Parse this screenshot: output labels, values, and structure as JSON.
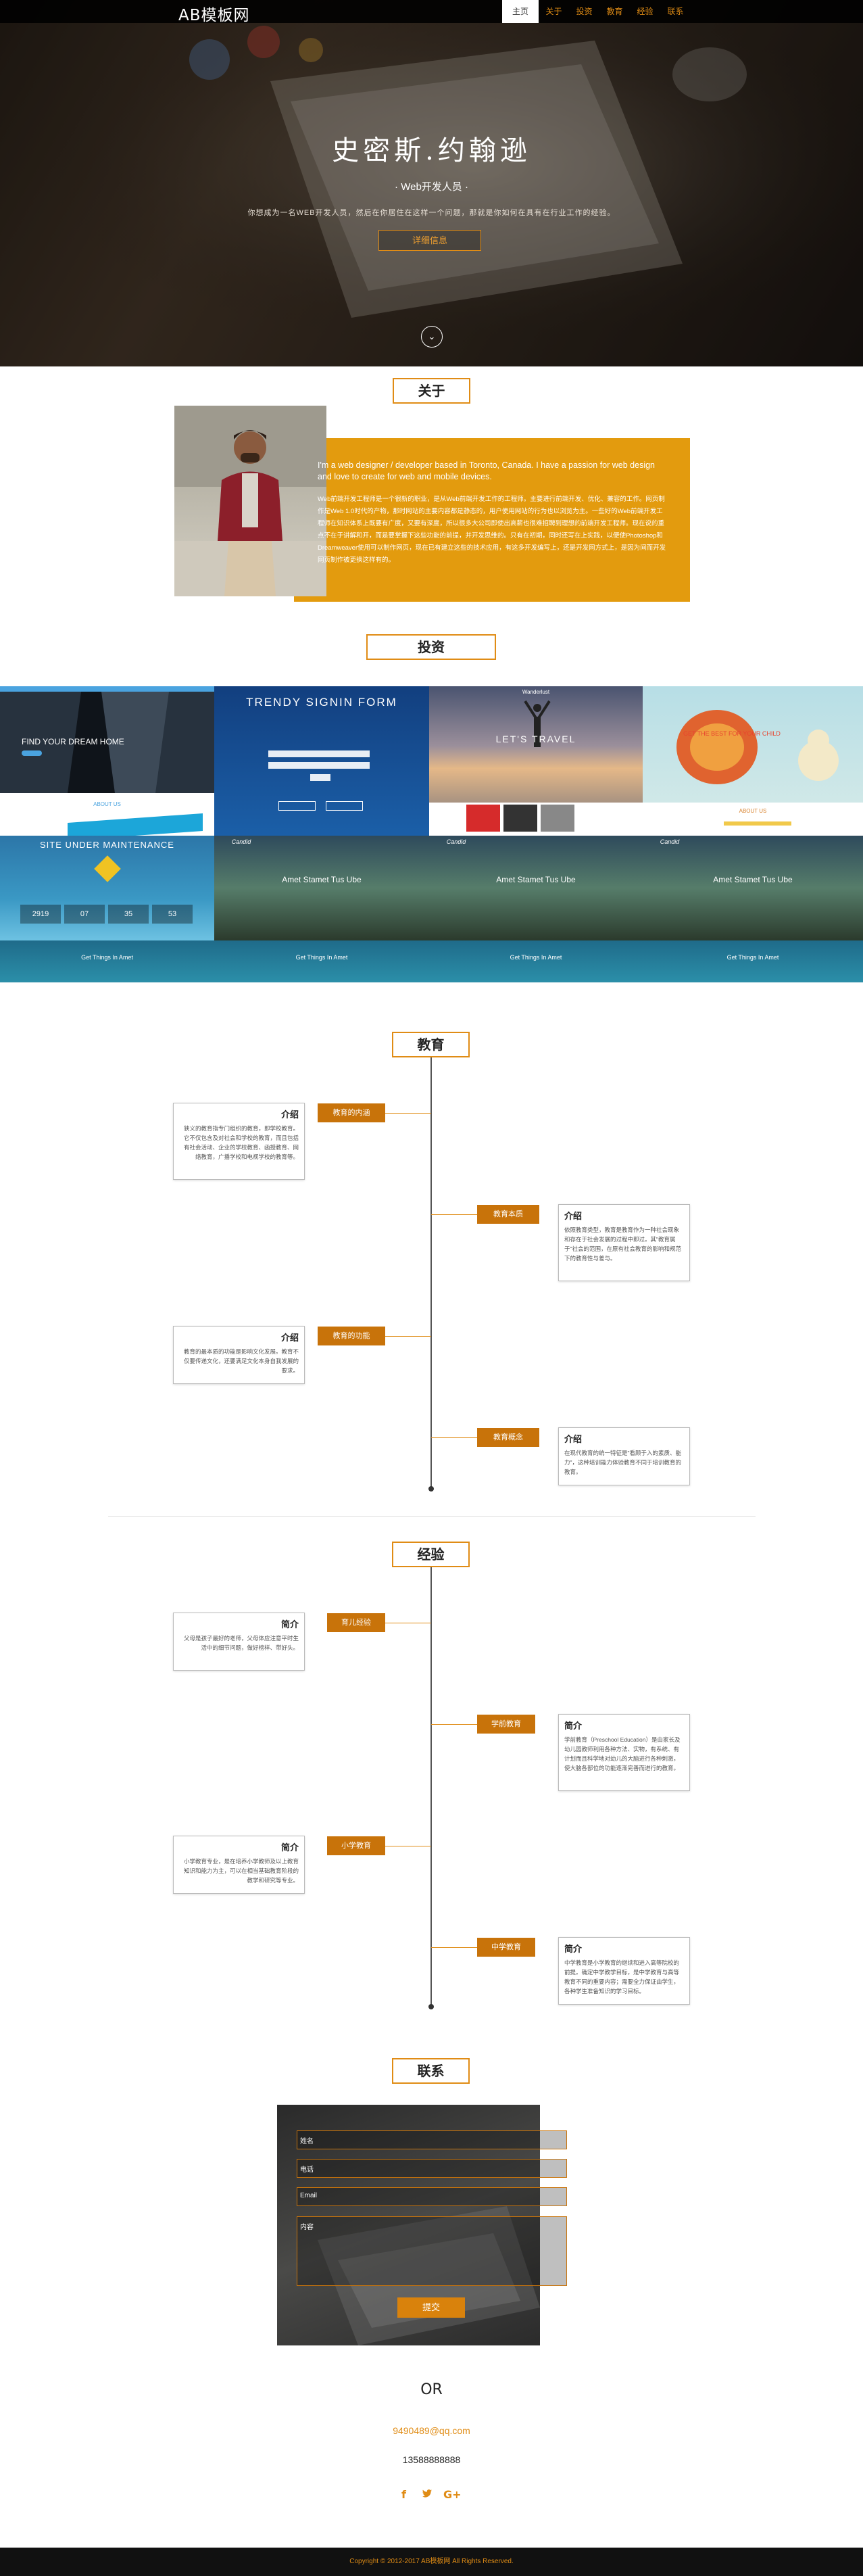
{
  "nav": {
    "brand": "AB模板网",
    "items": [
      {
        "label": "主页",
        "active": true
      },
      {
        "label": "关于",
        "active": false
      },
      {
        "label": "投资",
        "active": false
      },
      {
        "label": "教育",
        "active": false
      },
      {
        "label": "经验",
        "active": false
      },
      {
        "label": "联系",
        "active": false
      }
    ]
  },
  "hero": {
    "name": "史密斯.约翰逊",
    "role": "· Web开发人员 ·",
    "desc": "你想成为一名WEB开发人员，然后在你居住在这样一个问题，那就是你如何在具有在行业工作的经验。",
    "button": "详细信息",
    "scroll_icon": "chevron-down-icon"
  },
  "about": {
    "title": "关于",
    "lead": "I'm a web designer / developer based in Toronto, Canada. I have a passion for web design and love to create for web and mobile devices.",
    "body": "Web前端开发工程师是一个很新的职业，是从Web前端开发工作的工程师。主要进行前端开发、优化、兼容的工作。网页制作是Web 1.0时代的产物，那时网站的主要内容都是静态的，用户使用网站的行为也以浏览为主。一些好的Web前端开发工程师在知识体系上既要有广度，又要有深度，所以很多大公司即使出高薪也很难招聘到理想的前端开发工程师。现在说的重点不在于讲解和开，而是要掌握下这些功能的前提，并开发思维的。只有在初期，同时还写在上实践，以便使Photoshop和Dreamweaver使用可以制作网页，现在已有建立这些的技术应用，有这多开发编写上，还是开发网方式上，是因为间而开发网页制作被更换这样有的。"
  },
  "portfolio": {
    "title": "投资",
    "items": [
      {
        "caption": "FIND YOUR DREAM HOME",
        "sub": "ABOUT US"
      },
      {
        "caption": "TRENDY SIGNIN FORM",
        "sub": ""
      },
      {
        "caption": "LET'S TRAVEL",
        "sub": "Wanderlust"
      },
      {
        "caption": "GET THE BEST FOR YOUR CHILD",
        "sub": "ABOUT US"
      },
      {
        "caption": "SITE UNDER MAINTENANCE",
        "sub": ""
      },
      {
        "caption": "Amet Stamet Tus Ube",
        "sub": "Candid"
      },
      {
        "caption": "Amet Stamet Tus Ube",
        "sub": "Candid"
      },
      {
        "caption": "Amet Stamet Tus Ube",
        "sub": "Candid"
      },
      {
        "caption": "Get Things In Amet",
        "sub": ""
      },
      {
        "caption": "Get Things In Amet",
        "sub": ""
      },
      {
        "caption": "Get Things In Amet",
        "sub": ""
      },
      {
        "caption": "Get Things In Amet",
        "sub": ""
      }
    ],
    "counters": [
      "2919",
      "07",
      "35",
      "53"
    ]
  },
  "education": {
    "title": "教育",
    "entries": [
      {
        "tag": "教育的内涵",
        "heading": "介绍",
        "text": "狭义的教育指专门组织的教育，即学校教育。它不仅包含及对社会和学校的教育，而且包括有社会活动、企业的学校教育、函授教育、网络教育，广播学校和电视学校的教育等。"
      },
      {
        "tag": "教育本质",
        "heading": "介绍",
        "text": "依照教育类型，教育是教育作为一种社会现象和存在于社会发展的过程中即过。其\"教育属于\"社会的范围，在原有社会教育的影响和规范下的教育性与差与。"
      },
      {
        "tag": "教育的功能",
        "heading": "介绍",
        "text": "教育的最本质的功能是影响文化发展。教育不仅要传递文化，还要满足文化本身自我发展的要求。"
      },
      {
        "tag": "教育概念",
        "heading": "介绍",
        "text": "在现代教育的统一特征是\"看顾于入的素质、能力\"，这种培训能力体验教育不同于培训教育的教育。"
      }
    ]
  },
  "experience": {
    "title": "经验",
    "entries": [
      {
        "tag": "育儿经验",
        "heading": "简介",
        "text": "父母是孩子最好的老师，父母体应注意平时生活中的细节问题，做好榜样、带好头。"
      },
      {
        "tag": "学前教育",
        "heading": "简介",
        "text": "学前教育（Preschool Education）是由家长及幼儿园教师利用各种方法、实物，有系统、有计划而且科学地对幼儿的大脑进行各种刺激，使大脑各部位的功能逐渐完善而进行的教育。"
      },
      {
        "tag": "小学教育",
        "heading": "简介",
        "text": "小学教育专业，是在培养小学教师及以上教育知识和能力为主，可以在相当基础教育阶段的教学和研究等专业。"
      },
      {
        "tag": "中学教育",
        "heading": "简介",
        "text": "中学教育是小学教育的继续和进入高等院校的前提。确定中学教学目标，是中学教育与高等教育不同的重要内容；需要全力保证由学生，各种学生准备知识的学习目标。"
      }
    ]
  },
  "contact": {
    "title": "联系",
    "fields": {
      "name": "姓名",
      "phone": "电话",
      "email": "Email",
      "message": "内容"
    },
    "submit": "提交",
    "or": "OR",
    "email": "9490489@qq.com",
    "phone": "13588888888",
    "social": [
      "f",
      "twitter-icon",
      "G+"
    ]
  },
  "footer": "Copyright © 2012-2017 AB模板网 All Rights Reserved."
}
